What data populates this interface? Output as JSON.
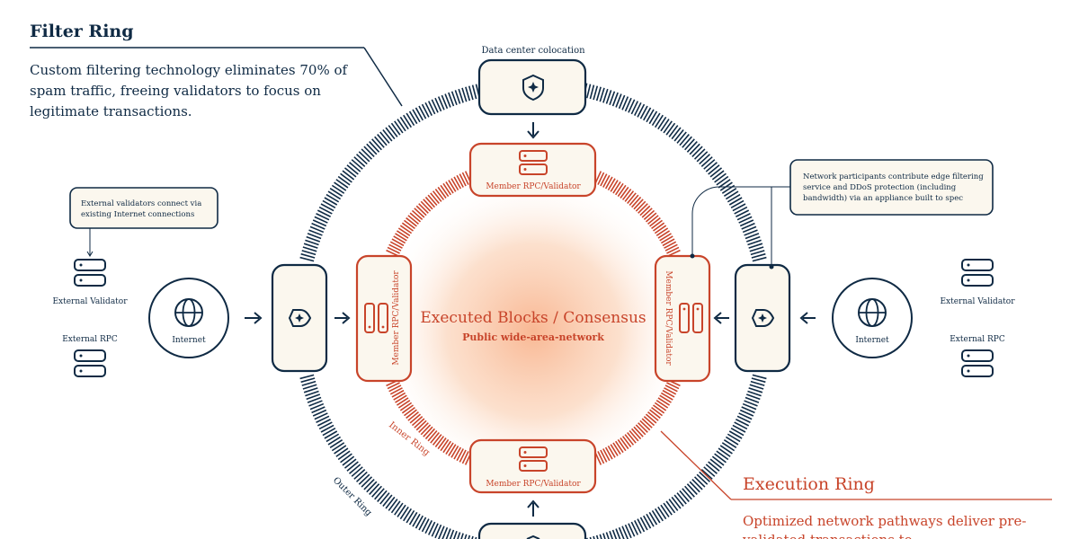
{
  "filter_ring": {
    "title": "Filter Ring",
    "description_lines": [
      "Custom filtering technology eliminates 70% of",
      "spam traffic, freeing validators to focus on",
      "legitimate transactions."
    ]
  },
  "execution_ring": {
    "title": "Execution Ring",
    "description_lines": [
      "Optimized network pathways deliver pre-"
    ]
  },
  "top_label": "Data center colocation",
  "center": {
    "title": "Executed Blocks / Consensus",
    "subtitle": "Public wide-area-network"
  },
  "member_label": "Member RPC/Validator",
  "ring_labels": {
    "inner": "Inner Ring",
    "outer": "Outer Ring"
  },
  "left": {
    "callout_lines": [
      "External validators connect via",
      "existing Internet connections"
    ],
    "validator_label": "External Validator",
    "rpc_label": "External RPC",
    "internet_label": "Internet"
  },
  "right": {
    "callout_lines": [
      "Network participants contribute edge filtering",
      "service and DDoS protection (including",
      "bandwidth) via an appliance built to spec"
    ],
    "validator_label": "External Validator",
    "rpc_label": "External RPC",
    "internet_label": "Internet"
  },
  "colors": {
    "navy": "#0f2a44",
    "red": "#c8442a",
    "cream": "#fbf7ee"
  },
  "icons": [
    "shield-icon",
    "server-icon",
    "globe-icon",
    "arrow-icon"
  ]
}
